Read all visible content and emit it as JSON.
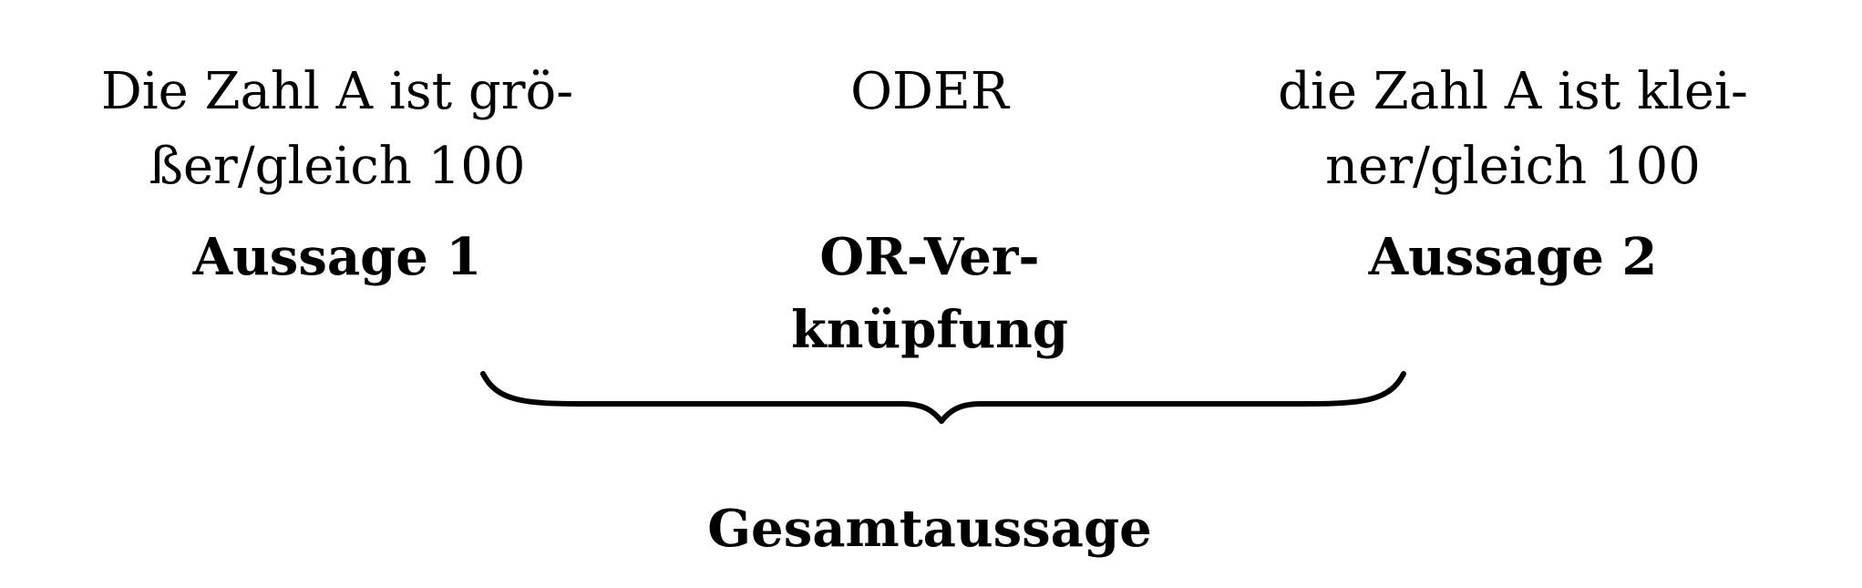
{
  "statement_1": {
    "line1": "Die Zahl A ist grö-",
    "line2": "ßer/gleich 100",
    "label": "Aussage 1"
  },
  "operator": {
    "word": "ODER",
    "label_line1": "OR-Ver-",
    "label_line2": "knüpfung"
  },
  "statement_2": {
    "line1": "die Zahl A ist klei-",
    "line2": "ner/gleich 100",
    "label": "Aussage 2"
  },
  "result": {
    "label": "Gesamtaussage"
  }
}
